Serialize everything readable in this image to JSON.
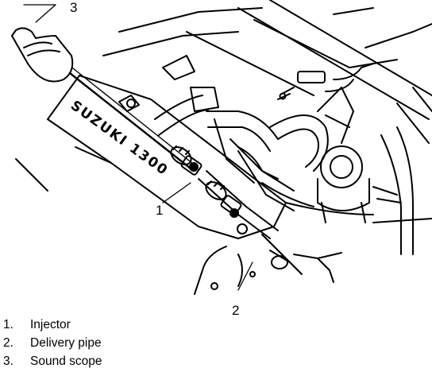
{
  "figure": {
    "engine_label": "SUZUKI 1300",
    "callouts": [
      "1",
      "2",
      "3"
    ]
  },
  "legend": [
    {
      "num": "1.",
      "label": "Injector"
    },
    {
      "num": "2.",
      "label": "Delivery pipe"
    },
    {
      "num": "3.",
      "label": "Sound scope"
    }
  ]
}
